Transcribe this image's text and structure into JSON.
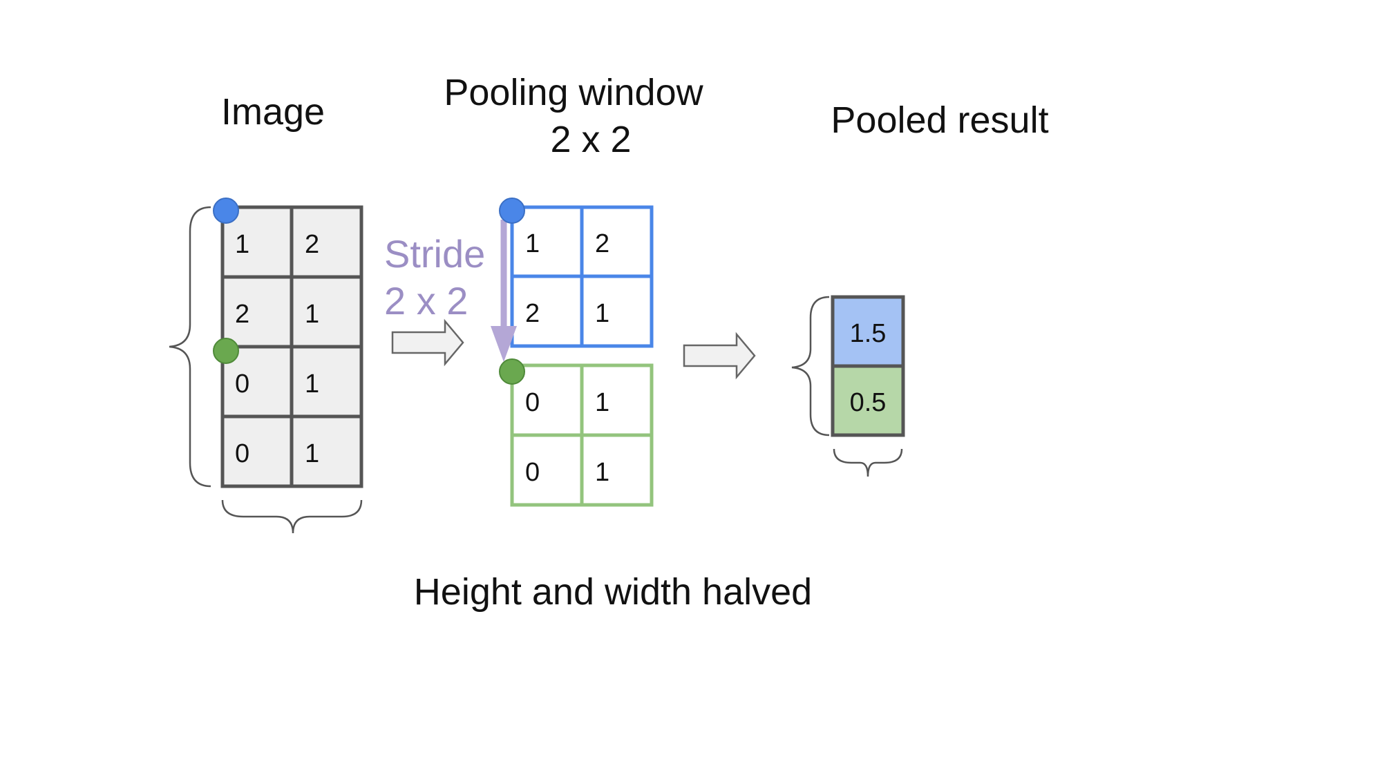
{
  "titles": {
    "image": "Image",
    "pooling_line1": "Pooling window",
    "pooling_line2": "2 x 2",
    "pooled": "Pooled result"
  },
  "stride": {
    "line1": "Stride",
    "line2": "2 x 2",
    "color": "#9b8ec4"
  },
  "caption": "Height and width halved",
  "image_grid": [
    [
      "1",
      "2"
    ],
    [
      "2",
      "1"
    ],
    [
      "0",
      "1"
    ],
    [
      "0",
      "1"
    ]
  ],
  "window_top": [
    [
      "1",
      "2"
    ],
    [
      "2",
      "1"
    ]
  ],
  "window_bottom": [
    [
      "0",
      "1"
    ],
    [
      "0",
      "1"
    ]
  ],
  "pooled_values": [
    "1.5",
    "0.5"
  ],
  "colors": {
    "grid_stroke": "#555555",
    "grid_fill": "#efefef",
    "blue_stroke": "#4a86e8",
    "green_stroke": "#93c47d",
    "blue_dot": "#4a86e8",
    "green_dot": "#6aa84f",
    "pooled_blue_fill": "#a4c2f4",
    "pooled_green_fill": "#b6d7a8",
    "arrow_fill": "#f1f1f1",
    "arrow_stroke": "#666666",
    "stride_arrow": "#b4a7d6"
  }
}
